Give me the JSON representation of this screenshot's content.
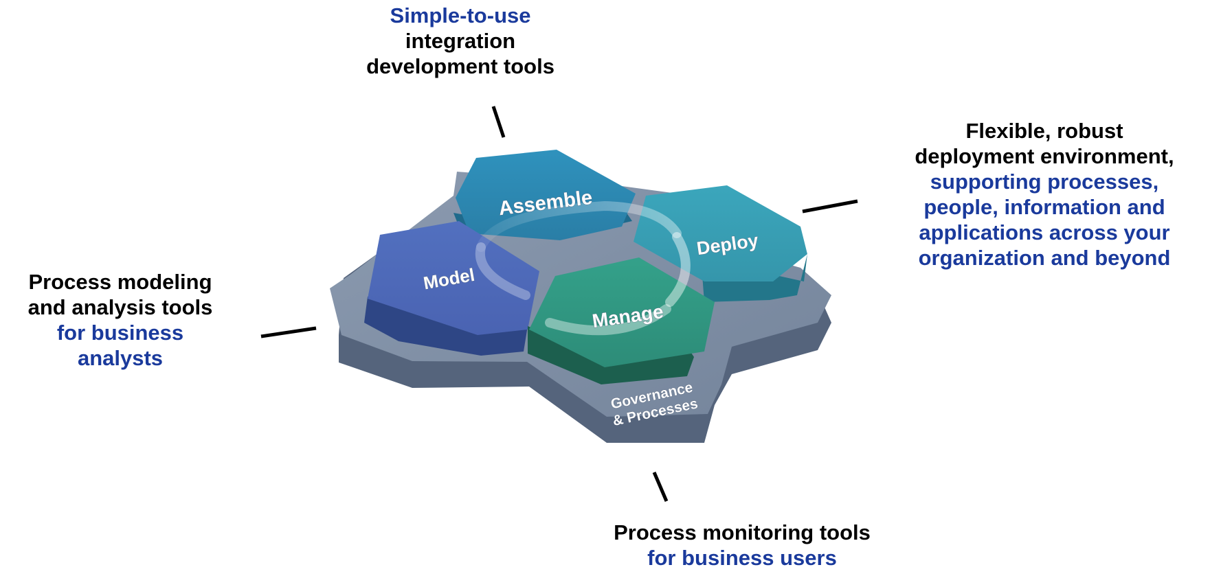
{
  "captions": {
    "top": [
      "Simple-to-use",
      "integration",
      "development tools"
    ],
    "right": [
      "Flexible, robust",
      "deployment environment,",
      "supporting processes,",
      "people, information and",
      "applications across your",
      "organization and beyond"
    ],
    "left": [
      "Process modeling",
      "and analysis tools",
      "for business",
      "analysts"
    ],
    "bottom": [
      "Process monitoring tools",
      "for business users"
    ]
  },
  "hexagons": {
    "assemble": "Assemble",
    "deploy": "Deploy",
    "model": "Model",
    "manage": "Manage"
  },
  "base": {
    "line1": "Governance",
    "line2": "& Processes"
  },
  "colors": {
    "blue_text": "#1a3a9c",
    "assemble": "#2b87b0",
    "deploy": "#3a9fb5",
    "model": "#4a66b8",
    "manage": "#2f9680",
    "base": "#7f8fa6"
  }
}
